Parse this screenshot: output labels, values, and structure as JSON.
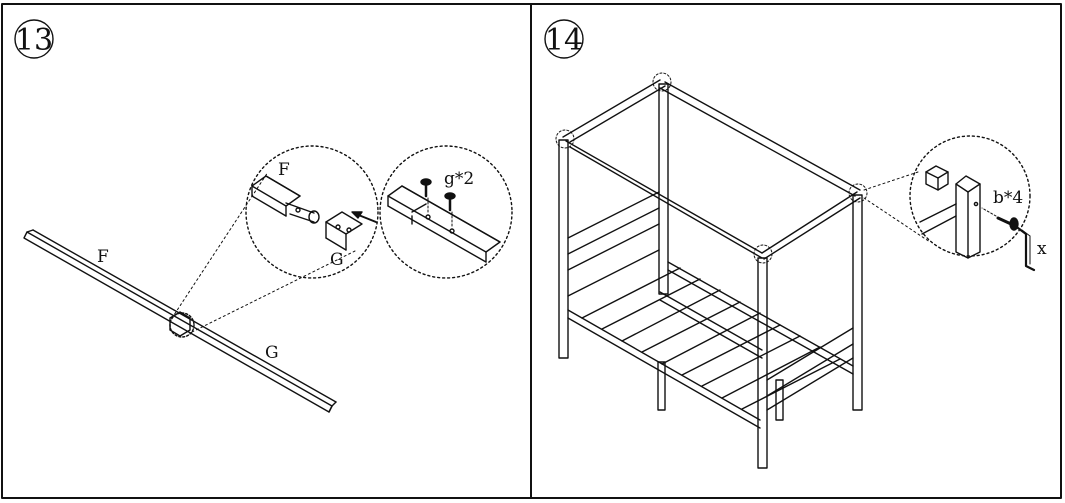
{
  "colors": {
    "ink": "#111111",
    "background": "#ffffff"
  },
  "panel_left": {
    "step": "13",
    "labels": {
      "rail_f": "F",
      "rail_g": "G",
      "detail1_f": "F",
      "detail1_g": "G",
      "screw_callout": "g*2"
    }
  },
  "panel_right": {
    "step": "14",
    "labels": {
      "screw_callout": "b*4",
      "tool": "x"
    }
  }
}
